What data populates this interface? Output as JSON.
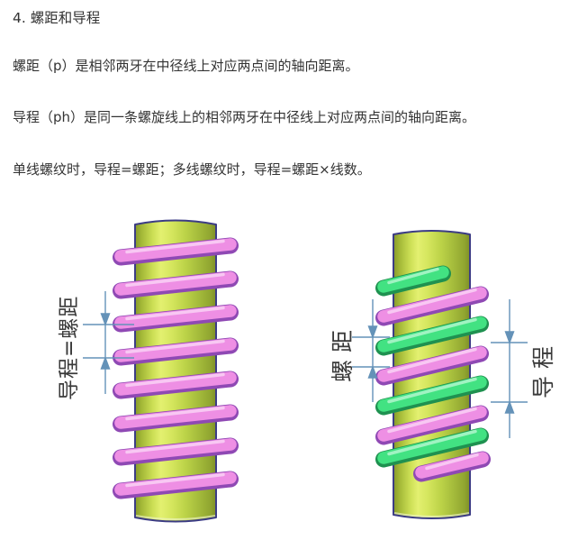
{
  "article": {
    "title": "4. 螺距和导程",
    "paragraphs": [
      "螺距（p）是相邻两牙在中径线上对应两点间的轴向距离。",
      "导程（ph）是同一条螺旋线上的相邻两牙在中径线上对应两点间的轴向距离。",
      "单线螺纹时，导程=螺距；多线螺纹时，导程=螺距×线数。"
    ]
  },
  "figure": {
    "left_screw": {
      "type": "single-start-thread",
      "dimension_label": "导程=螺距",
      "thread_color": "#ee8fe4",
      "cylinder_color": "#cddf55",
      "cylinder_outline": "#3c3c85"
    },
    "right_screw": {
      "type": "double-start-thread",
      "pitch_label": "螺距",
      "lead_label": "导程",
      "thread_colors": [
        "#42e282",
        "#ee8fe4"
      ],
      "cylinder_color": "#cddf55",
      "cylinder_outline": "#3c3c85"
    },
    "dimension_line_color": "#6492b8",
    "text_color": "#333333"
  }
}
